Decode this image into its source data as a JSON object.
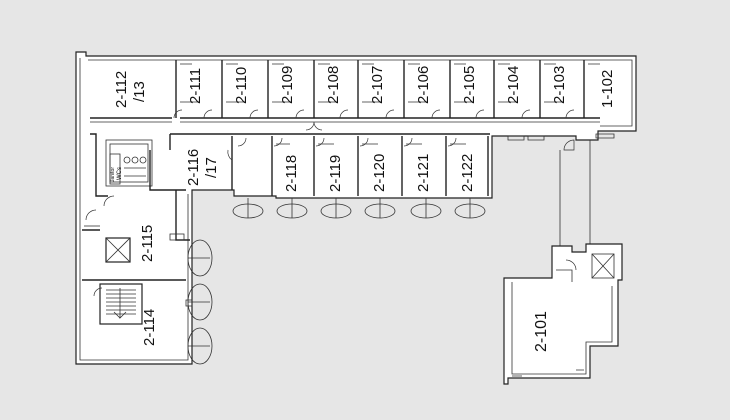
{
  "floor_plan": {
    "rooms": {
      "r2112": "2-112",
      "r2112b": "/13",
      "r2111": "2-111",
      "r2110": "2-110",
      "r2109": "2-109",
      "r2108": "2-108",
      "r2107": "2-107",
      "r2106": "2-106",
      "r2105": "2-105",
      "r2104": "2-104",
      "r2103": "2-103",
      "r1102": "1-102",
      "r2116": "2-116",
      "r2116b": "/17",
      "r2118": "2-118",
      "r2119": "2-119",
      "r2120": "2-120",
      "r2121": "2-121",
      "r2122": "2-122",
      "r2115": "2-115",
      "r2114": "2-114",
      "r2101": "2-101"
    },
    "small_labels": {
      "wcs": "WCs",
      "janitor": "Janitor"
    }
  }
}
